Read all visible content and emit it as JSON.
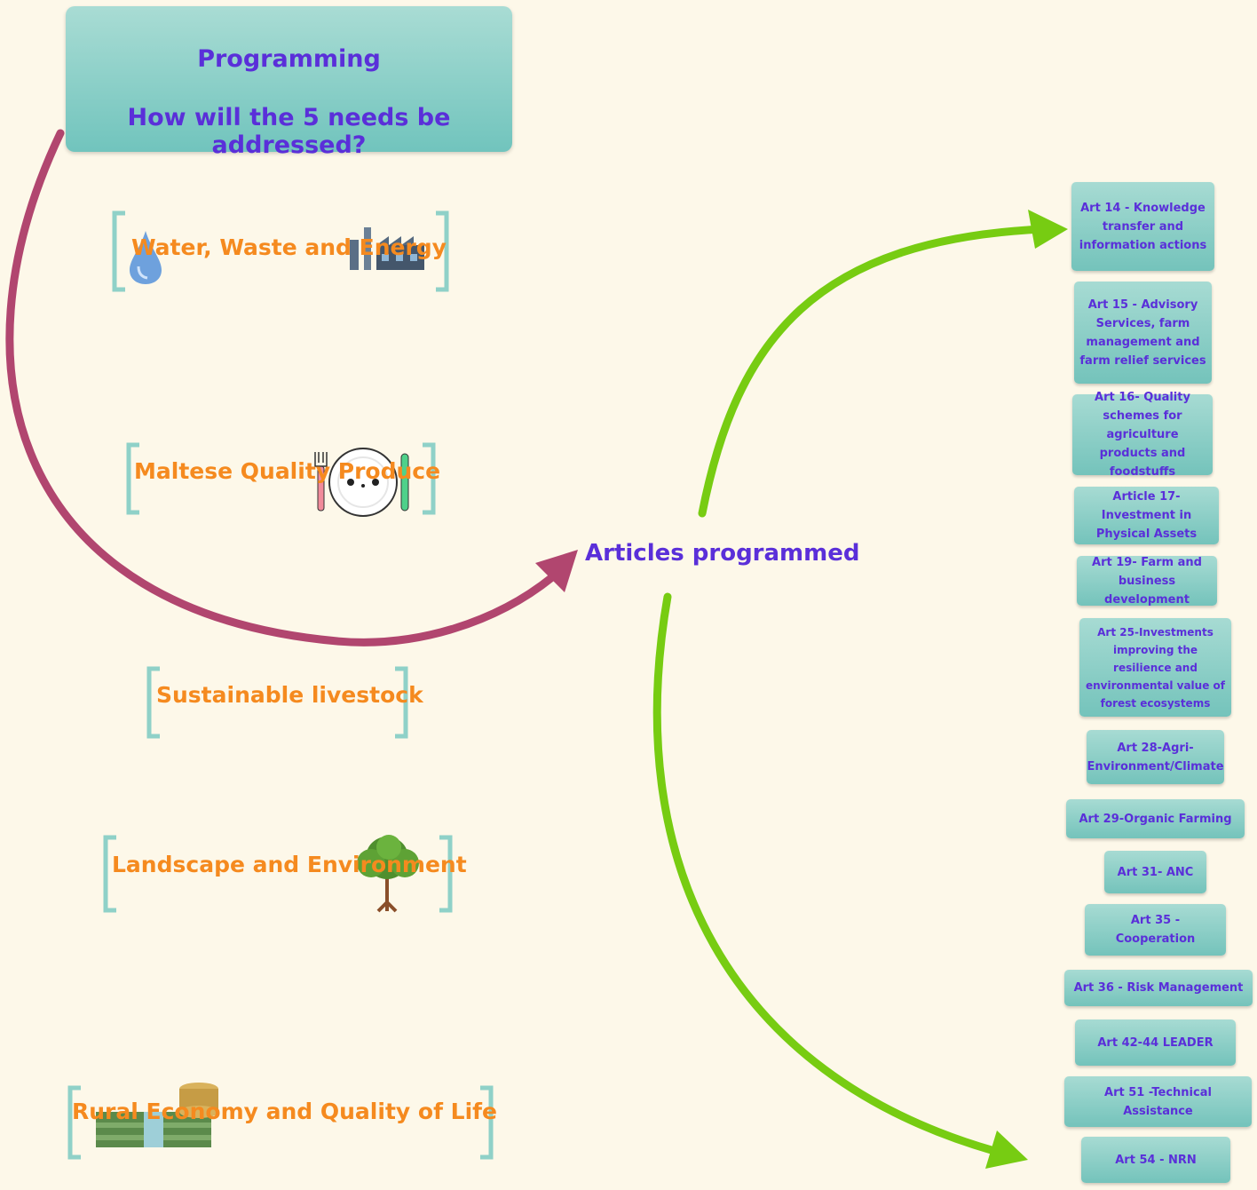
{
  "title": {
    "line1": "Programming",
    "line2": "How will the 5 needs be addressed?"
  },
  "needs": [
    {
      "label": "Water, Waste and Energy",
      "icon": "water-drop-and-factory-icon"
    },
    {
      "label": "Maltese Quality Produce",
      "icon": "plate-cutlery-icon"
    },
    {
      "label": "Sustainable livestock",
      "icon": ""
    },
    {
      "label": "Landscape and Environment",
      "icon": "tree-icon"
    },
    {
      "label": "Rural Economy and Quality of Life",
      "icon": "money-coins-icon"
    }
  ],
  "center_label": "Articles programmed",
  "articles": [
    "Art 14 - Knowledge transfer and information actions",
    "Art 15 - Advisory Services, farm management and farm relief services",
    "Art 16- Quality schemes for agriculture products and foodstuffs",
    "Article 17- Investment in Physical Assets",
    "Art 19- Farm and business development",
    "Art 25-Investments improving the resilience and environmental value of forest ecosystems",
    "Art 28-Agri-Environment/Climate",
    "Art 29-Organic Farming",
    "Art 31- ANC",
    "Art 35 - Cooperation",
    "Art 36 - Risk Management",
    "Art 42-44 LEADER",
    "Art 51 -Technical Assistance",
    "Art 54 - NRN"
  ],
  "colors": {
    "background": "#fdf8e9",
    "box": "#7ec8c0",
    "title_text": "#5a2fd9",
    "need_text": "#f58a1f",
    "arrow_left": "#b1466f",
    "arrow_right": "#77cc12"
  }
}
